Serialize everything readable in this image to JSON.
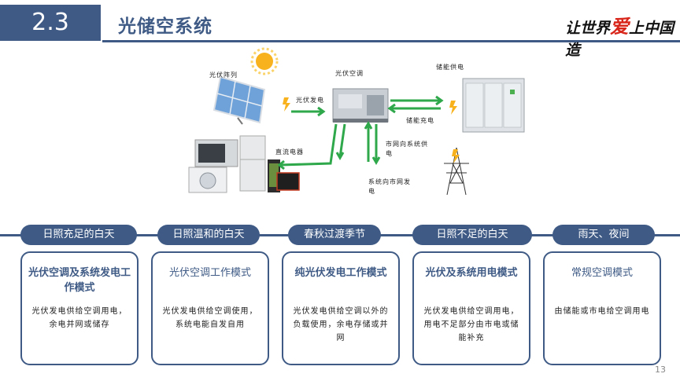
{
  "header": {
    "section_number": "2.3",
    "title": "光储空系统",
    "slogan_prefix": "让世界",
    "slogan_highlight": "爱",
    "slogan_suffix": "上中国造"
  },
  "diagram": {
    "labels": {
      "pv_array": "光伏阵列",
      "pv_ac": "光伏空调",
      "storage_supply": "储能供电",
      "pv_generation": "光伏发电",
      "storage_charge": "储能充电",
      "dc_appliances": "直流电器",
      "grid_to_system": "市网向系统供电",
      "system_to_grid": "系统向市网发电"
    }
  },
  "stages": [
    {
      "label": "日照充足的白天",
      "title": "光伏空调及系统发电工作模式",
      "desc": "光伏发电供给空调用电，余电并网或储存",
      "bold": true
    },
    {
      "label": "日照温和的白天",
      "title": "光伏空调工作模式",
      "desc": "光伏发电供给空调使用，系统电能自发自用",
      "bold": false
    },
    {
      "label": "春秋过渡季节",
      "title": "纯光伏发电工作模式",
      "desc": "光伏发电供给空调以外的负载使用，余电存储或并网",
      "bold": true
    },
    {
      "label": "日照不足的白天",
      "title": "光伏及系统用电模式",
      "desc": "光伏发电供给空调用电，用电不足部分由市电或储能补充",
      "bold": true
    },
    {
      "label": "雨天、夜间",
      "title": "常规空调模式",
      "desc": "由储能或市电给空调用电",
      "bold": false
    }
  ],
  "page_number": "13"
}
